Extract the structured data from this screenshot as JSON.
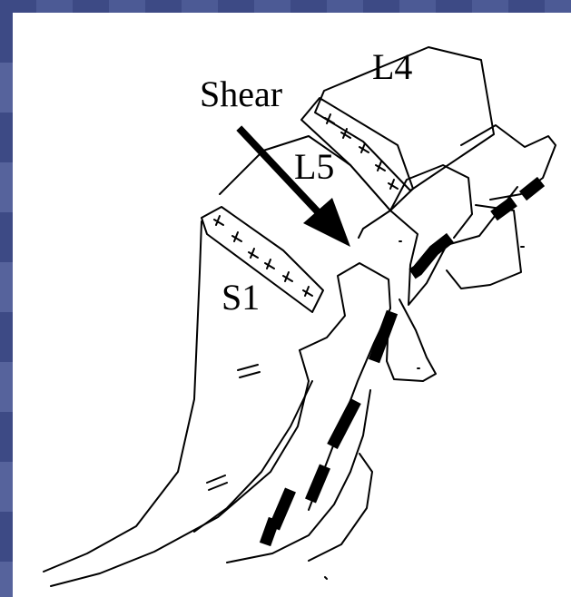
{
  "colors": {
    "frame": "#4a5588",
    "panel": "#ffffff",
    "ink": "#000000"
  },
  "labels": {
    "l4": "L4",
    "l5": "L5",
    "s1": "S1",
    "shear": "Shear"
  }
}
